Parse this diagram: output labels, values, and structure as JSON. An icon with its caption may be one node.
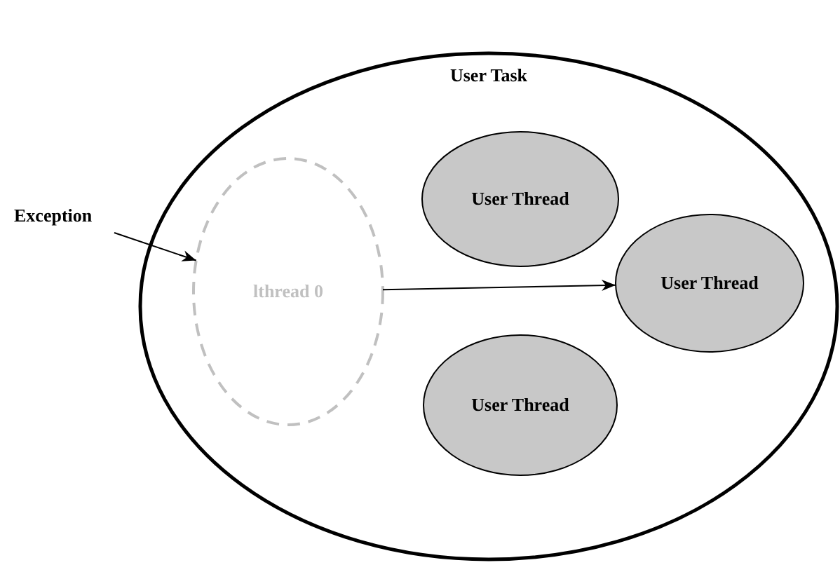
{
  "diagram": {
    "nodes": [
      {
        "text": [
          "User Task"
        ]
      },
      {
        "text": [
          "lthread 0"
        ],
        "in": 0
      },
      {
        "text": [
          "User Thread"
        ],
        "in": 0
      },
      {
        "text": [
          "User Thread"
        ],
        "in": 0
      },
      {
        "text": [
          "User Thread"
        ],
        "in": 0
      },
      {
        "text": [
          "Exception"
        ]
      }
    ],
    "edges": [
      {
        "from": 5,
        "to": 1,
        "arrow": "to"
      },
      {
        "from": 1,
        "to": 3,
        "arrow": "to"
      }
    ]
  }
}
